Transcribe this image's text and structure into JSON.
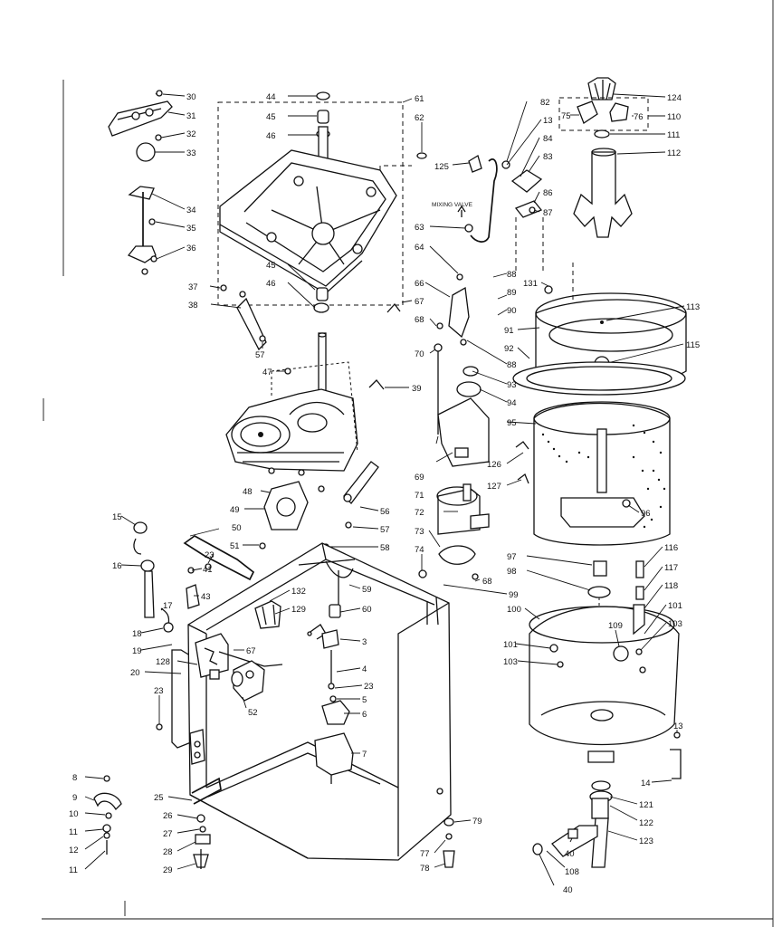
{
  "callouts": {
    "c30": "30",
    "c31": "31",
    "c32": "32",
    "c33": "33",
    "c34": "34",
    "c35": "35",
    "c36": "36",
    "c37": "37",
    "c38": "38",
    "c57a": "57",
    "c47": "47",
    "c39": "39",
    "c44": "44",
    "c45a": "45",
    "c46a": "46",
    "c61": "61",
    "c62": "62",
    "c45b": "45",
    "c46b": "46",
    "c66": "66",
    "c67": "67",
    "c68a": "68",
    "c64": "64",
    "c63": "63",
    "c70": "70",
    "c125": "125",
    "c82": "82",
    "c13a": "13",
    "c84": "84",
    "c83": "83",
    "c86": "86",
    "c87": "87",
    "c124": "124",
    "c75": "75",
    "c76": "76",
    "c110": "110",
    "c111": "111",
    "c112": "112",
    "c88a": "88",
    "c131": "131",
    "c89": "89",
    "c90": "90",
    "c113": "113",
    "c91": "91",
    "c115": "115",
    "c92": "92",
    "c88b": "88",
    "c93": "93",
    "c94": "94",
    "c95": "95",
    "c69": "69",
    "c71": "71",
    "c126": "126",
    "c127": "127",
    "c72": "72",
    "c96": "96",
    "c73": "73",
    "c74": "74",
    "c68b": "68",
    "c97": "97",
    "c98": "98",
    "c99": "99",
    "c116": "116",
    "c117": "117",
    "c118": "118",
    "c100": "100",
    "c101a": "101",
    "c109": "109",
    "c103a": "103",
    "c101b": "101",
    "c103b": "103",
    "c13b": "13",
    "c14": "14",
    "c121": "121",
    "c122": "122",
    "c123": "123",
    "c40a": "40",
    "c108": "108",
    "c40b": "40",
    "c48": "48",
    "c49": "49",
    "c50": "50",
    "c51": "51",
    "c15": "15",
    "c16": "16",
    "c17": "17",
    "c18": "18",
    "c19": "19",
    "c20": "20",
    "c23a": "23",
    "c41": "41",
    "c43": "43",
    "c132": "132",
    "c129": "129",
    "c128": "128",
    "c67b": "67",
    "c52": "52",
    "c23b": "23",
    "c59": "59",
    "c60": "60",
    "c3": "3",
    "c4": "4",
    "c23c": "23",
    "c5": "5",
    "c6": "6",
    "c7": "7",
    "c56": "56",
    "c57b": "57",
    "c58": "58",
    "c8": "8",
    "c9": "9",
    "c10": "10",
    "c11a": "11",
    "c12": "12",
    "c11b": "11",
    "c25": "25",
    "c26": "26",
    "c27": "27",
    "c28": "28",
    "c29": "29",
    "c79": "79",
    "c77": "77",
    "c78": "78"
  },
  "annotations": {
    "mixing_valve": "MIXING VALVE"
  }
}
